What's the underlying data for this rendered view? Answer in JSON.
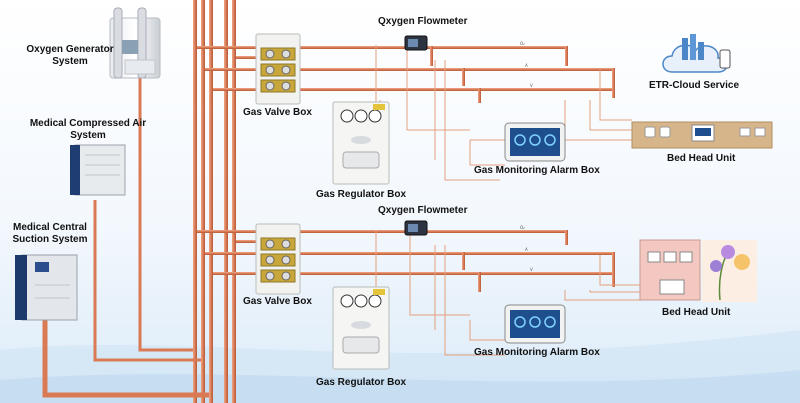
{
  "labels": {
    "oxygen_generator": "Oxygen Generator System",
    "medical_air": "Medical Compressed Air System",
    "medical_suction": "Medical Central Suction System",
    "flowmeter_top": "Qxygen Flowmeter",
    "flowmeter_bottom": "Qxygen Flowmeter",
    "gas_valve_top": "Gas Valve Box",
    "gas_valve_bottom": "Gas Valve Box",
    "regulator_top": "Gas Regulator Box",
    "regulator_bottom": "Gas Regulator Box",
    "alarm_top": "Gas Monitoring Alarm Box",
    "alarm_bottom": "Gas Monitoring Alarm Box",
    "cloud": "ETR-Cloud Service",
    "bed_top": "Bed Head Unit",
    "bed_bottom": "Bed Head Unit"
  },
  "colors": {
    "pipe": "#d9825a",
    "pipe_dark": "#b5573a",
    "box_white": "#f4f5f2",
    "gold": "#c9a63a",
    "screen": "#1f4e8f",
    "wood": "#d7b58a",
    "cloud_blue": "#4b86c8"
  }
}
